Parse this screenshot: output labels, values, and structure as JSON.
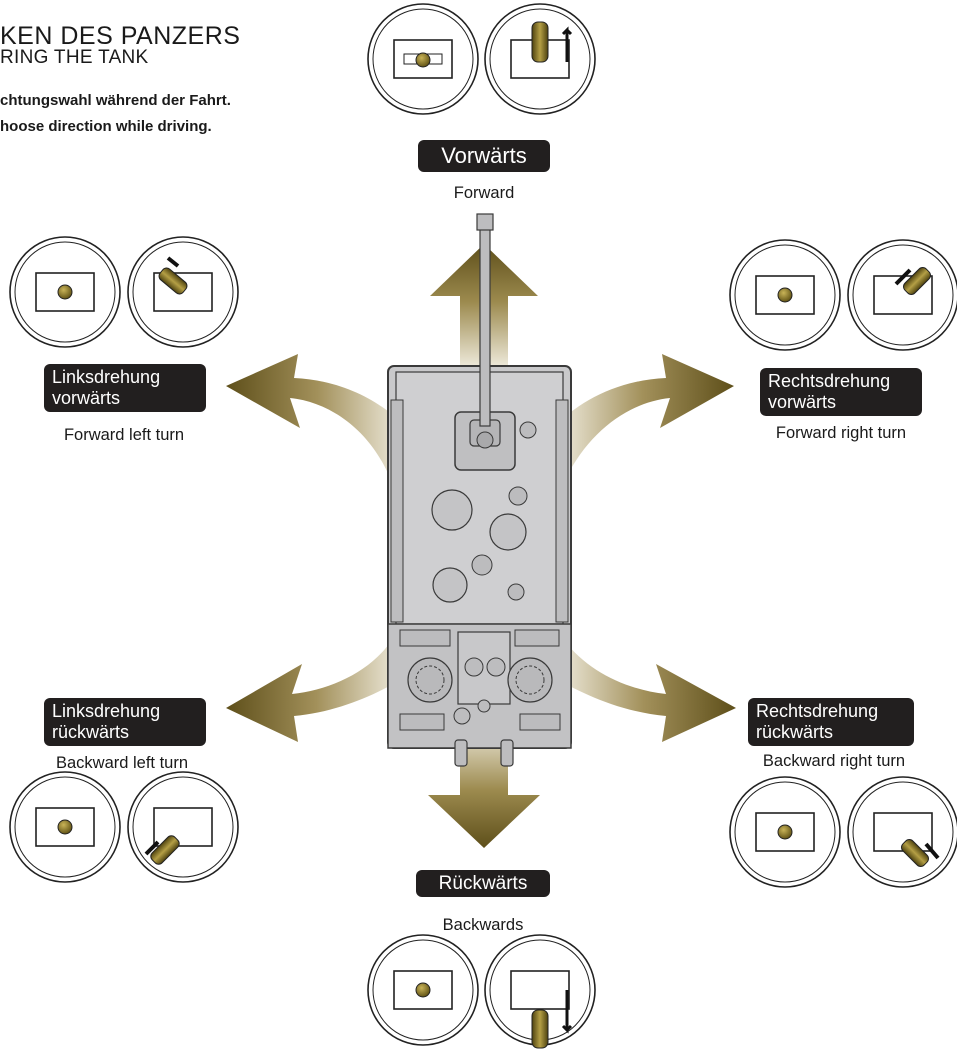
{
  "header": {
    "title_de": "KEN DES PANZERS",
    "title_en": "RING THE TANK",
    "intro_de": "chtungswahl während der Fahrt.",
    "intro_en": "hoose direction while driving."
  },
  "directions": {
    "forward": {
      "label_de": "Vorwärts",
      "label_en": "Forward"
    },
    "backward": {
      "label_de": "Rückwärts",
      "label_en": "Backwards"
    },
    "forward_left": {
      "label_de_line1": "Linksdrehung",
      "label_de_line2": "vorwärts",
      "label_en": "Forward left turn"
    },
    "forward_right": {
      "label_de_line1": "Rechtsdrehung",
      "label_de_line2": "vorwärts",
      "label_en": "Forward right turn"
    },
    "backward_left": {
      "label_de_line1": "Linksdrehung",
      "label_de_line2": "rückwärts",
      "label_en": "Backward left turn"
    },
    "backward_right": {
      "label_de_line1": "Rechtsdrehung",
      "label_de_line2": "rückwärts",
      "label_en": "Backward right turn"
    }
  },
  "colors": {
    "arrow": "#6b5a22",
    "arrow_light": "#f4f1e6",
    "knob": "#7a6a1c",
    "tank": "#c9c9cb",
    "label_bg": "#221f1f"
  }
}
